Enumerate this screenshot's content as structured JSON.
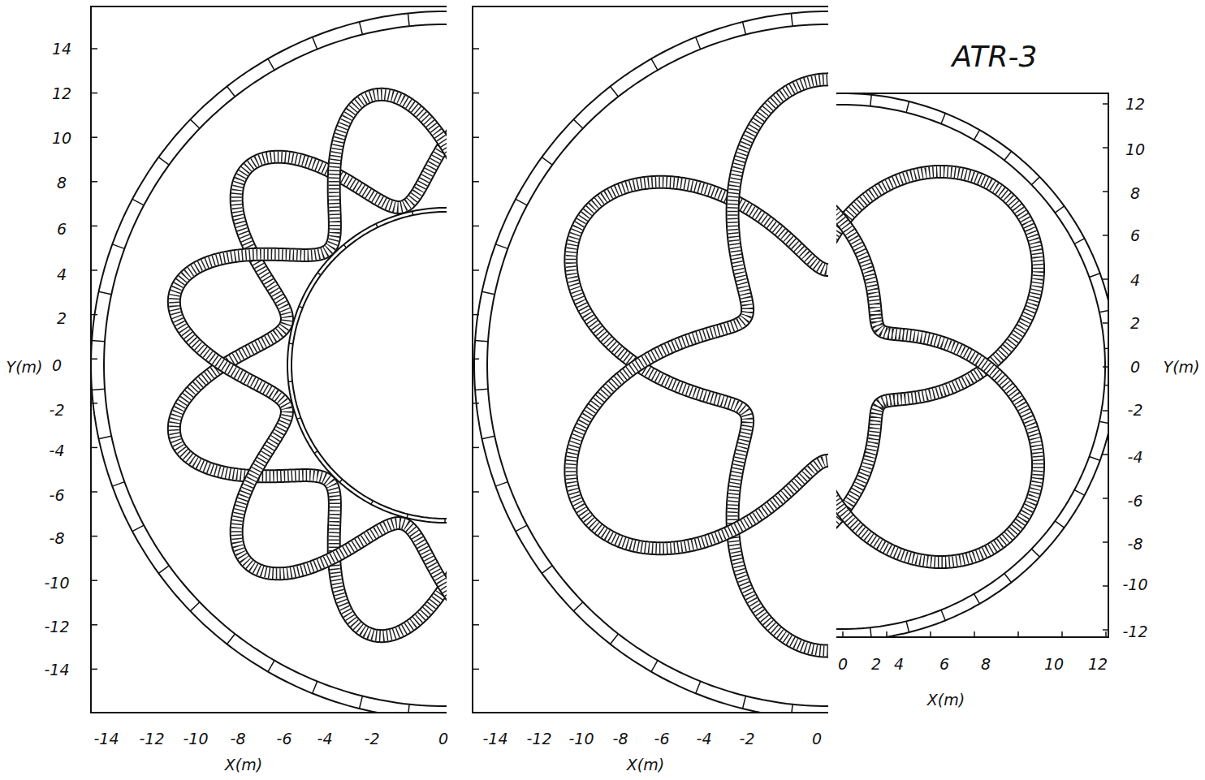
{
  "diagram": {
    "labels": [
      "ATR-3",
      "14",
      "12",
      "10",
      "8",
      "6",
      "4",
      "2",
      "Y(m)",
      "0",
      "-2",
      "-4",
      "-6",
      "-8",
      "-10",
      "-12",
      "-14",
      "-14",
      "-12",
      "-10",
      "-8",
      "-6",
      "-4",
      "-2",
      "0",
      "X(m)",
      "-14",
      "-12",
      "-10",
      "-8",
      "-6",
      "-4",
      "-2",
      "0",
      "X(m)",
      "0",
      "2",
      "4",
      "6",
      "8",
      "10",
      "12",
      "X(m)",
      "12",
      "10",
      "8",
      "6",
      "4",
      "2",
      "0",
      "Y(m)",
      "-2",
      "-4",
      "-6",
      "-8",
      "-10",
      "-12"
    ]
  }
}
